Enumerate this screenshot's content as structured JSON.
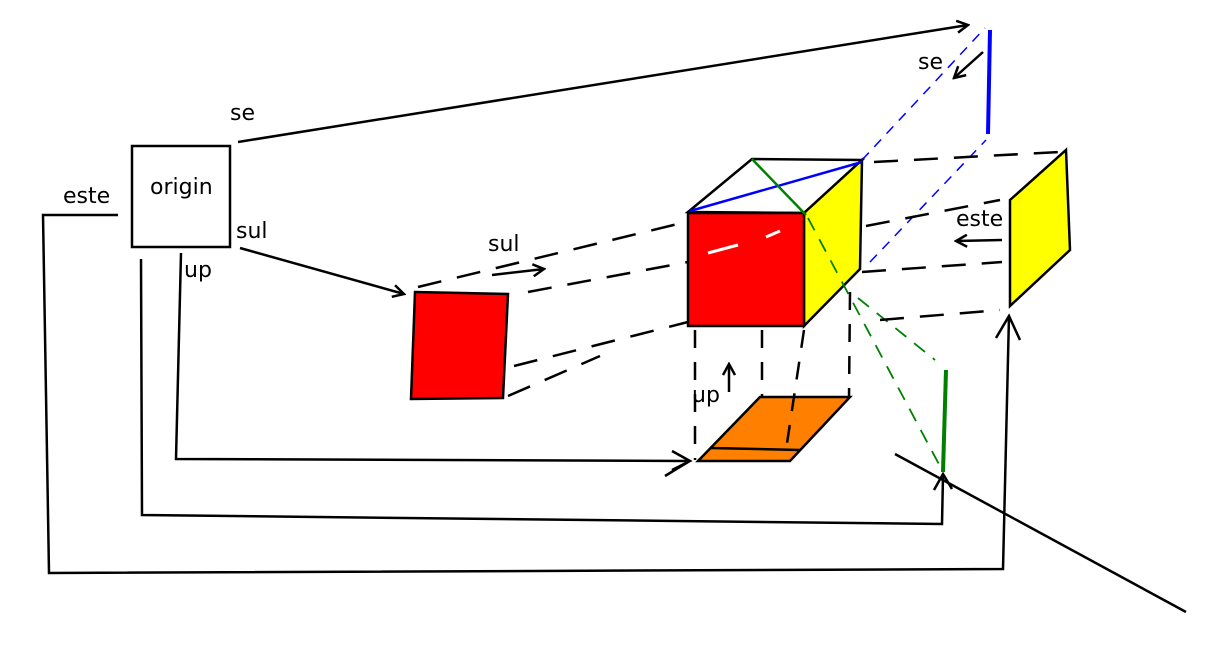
{
  "labels": {
    "origin": "origin",
    "se_top": "se",
    "se_right": "se",
    "este_left": "este",
    "este_right": "este",
    "sul_origin": "sul",
    "sul_mid": "sul",
    "up_origin": "up",
    "up_bottom": "up"
  },
  "colors": {
    "stroke": "#000000",
    "red_face": "#ff0000",
    "yellow_face": "#ffff00",
    "orange_face": "#ff8000",
    "blue": "#0000ff",
    "green": "#008000"
  }
}
